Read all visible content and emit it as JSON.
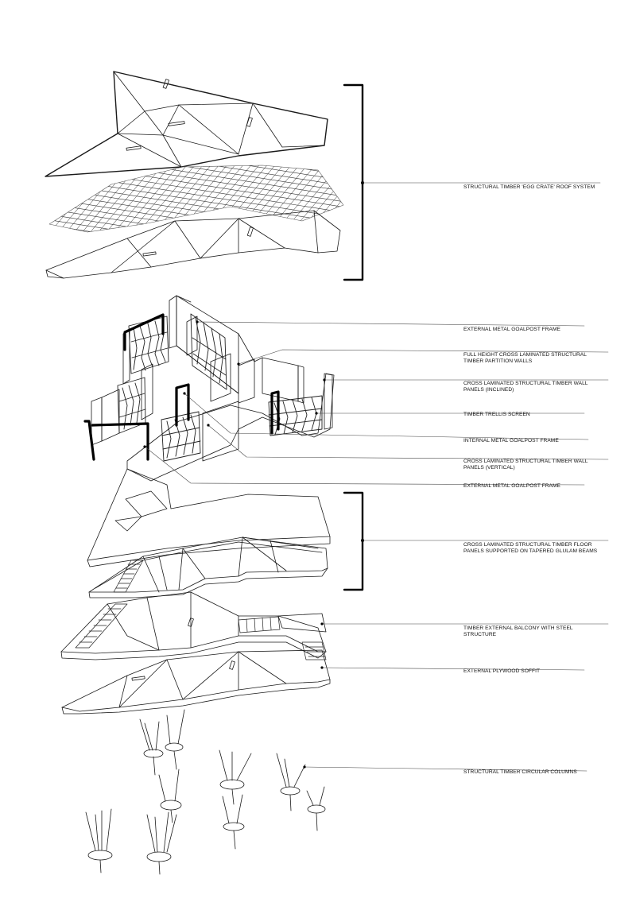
{
  "labels": [
    {
      "key": "roof",
      "lines": [
        "STRUCTURAL TIMBER 'EGG CRATE' ROOF SYSTEM"
      ]
    },
    {
      "key": "goalpost_ext_1",
      "lines": [
        "EXTERNAL METAL GOALPOST FRAME"
      ]
    },
    {
      "key": "partition",
      "lines": [
        "FULL HEIGHT CROSS LAMINATED STRUCTURAL",
        "TIMBER PARTITION WALLS"
      ]
    },
    {
      "key": "wall_inclined",
      "lines": [
        "CROSS LAMINATED STRUCTURAL TIMBER WALL",
        "PANELS (INCLINED)"
      ]
    },
    {
      "key": "trellis",
      "lines": [
        "TIMBER TRELLIS SCREEN"
      ]
    },
    {
      "key": "goalpost_int",
      "lines": [
        "INTERNAL METAL GOALPOST FRAME"
      ]
    },
    {
      "key": "wall_vertical",
      "lines": [
        "CROSS LAMINATED STRUCTURAL TIMBER WALL",
        "PANELS (VERTICAL)"
      ]
    },
    {
      "key": "goalpost_ext_2",
      "lines": [
        "EXTERNAL METAL GOALPOST FRAME"
      ]
    },
    {
      "key": "floor",
      "lines": [
        "CROSS LAMINATED STRUCTURAL TIMBER FLOOR",
        "PANELS SUPPORTED ON TAPERED GLULAM BEAMS"
      ]
    },
    {
      "key": "balcony",
      "lines": [
        "TIMBER EXTERNAL BALCONY WITH STEEL",
        "STRUCTURE"
      ]
    },
    {
      "key": "soffit",
      "lines": [
        "EXTERNAL PLYWOOD SOFFIT"
      ]
    },
    {
      "key": "columns",
      "lines": [
        "STRUCTURAL TIMBER CIRCULAR COLUMNS"
      ]
    }
  ]
}
